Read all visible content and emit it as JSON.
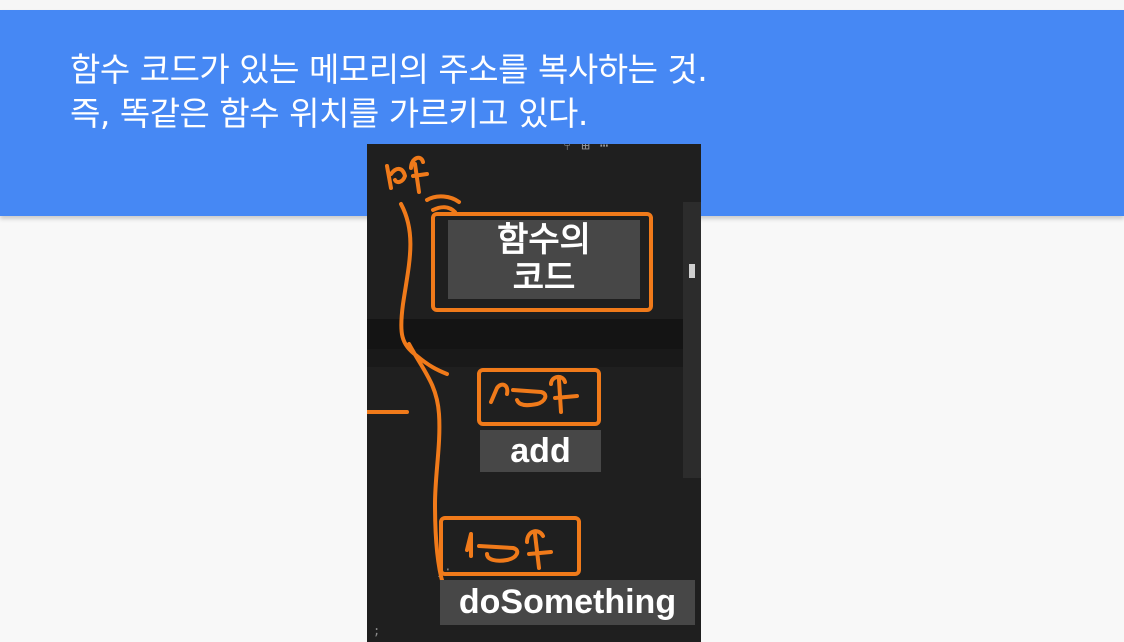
{
  "header": {
    "line1": "함수 코드가 있는 메모리의 주소를 복사하는 것.",
    "line2": "즉, 똑같은 함수 위치를 가르키고 있다."
  },
  "screenshot": {
    "function_label_line1": "함수의",
    "function_label_line2": "코드",
    "add_label": "add",
    "dosomething_label": "doSomething",
    "ref_annotation": "ref"
  },
  "colors": {
    "header_bg": "#4688f4",
    "page_bg": "#f8f8f8",
    "code_bg": "#1f1f1f",
    "annotation": "#f07a1a",
    "label_bg": "#474747"
  }
}
